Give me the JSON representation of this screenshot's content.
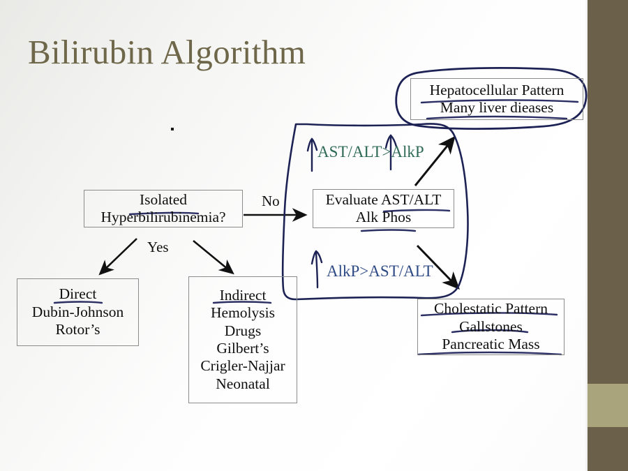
{
  "slide": {
    "title": "Bilirubin Algorithm",
    "title_color": "#6f6749",
    "background": "#ffffff",
    "sidebar_color": "#6b6049",
    "sidebar_accent_color": "#a9a47c"
  },
  "boxes": {
    "isolated": {
      "line1": "Isolated",
      "line2": "Hyperbilirubinemia?"
    },
    "evaluate": {
      "line1": "Evaluate AST/ALT",
      "line2": "Alk Phos"
    },
    "direct": {
      "line1": "Direct",
      "line2": "Dubin-Johnson",
      "line3": "Rotor’s"
    },
    "indirect": {
      "line1": "Indirect",
      "line2": "Hemolysis",
      "line3": "Drugs",
      "line4": "Gilbert’s",
      "line5": "Crigler-Najjar",
      "line6": "Neonatal"
    },
    "hepatocellular": {
      "line1": "Hepatocellular Pattern",
      "line2": "Many liver dieases"
    },
    "cholestatic": {
      "line1": "Cholestatic Pattern",
      "line2": "Gallstones",
      "line3": "Pancreatic Mass"
    }
  },
  "labels": {
    "no": "No",
    "yes": "Yes"
  },
  "annotations": {
    "top": {
      "text": "AST/ALT>AlkP",
      "color": "#2e6a55"
    },
    "bottom": {
      "text": "AlkP>AST/ALT",
      "color": "#2f4b86"
    },
    "ink_color": "#1d2254",
    "arrow_color": "#111111",
    "underline_color": "#2b2f63"
  }
}
